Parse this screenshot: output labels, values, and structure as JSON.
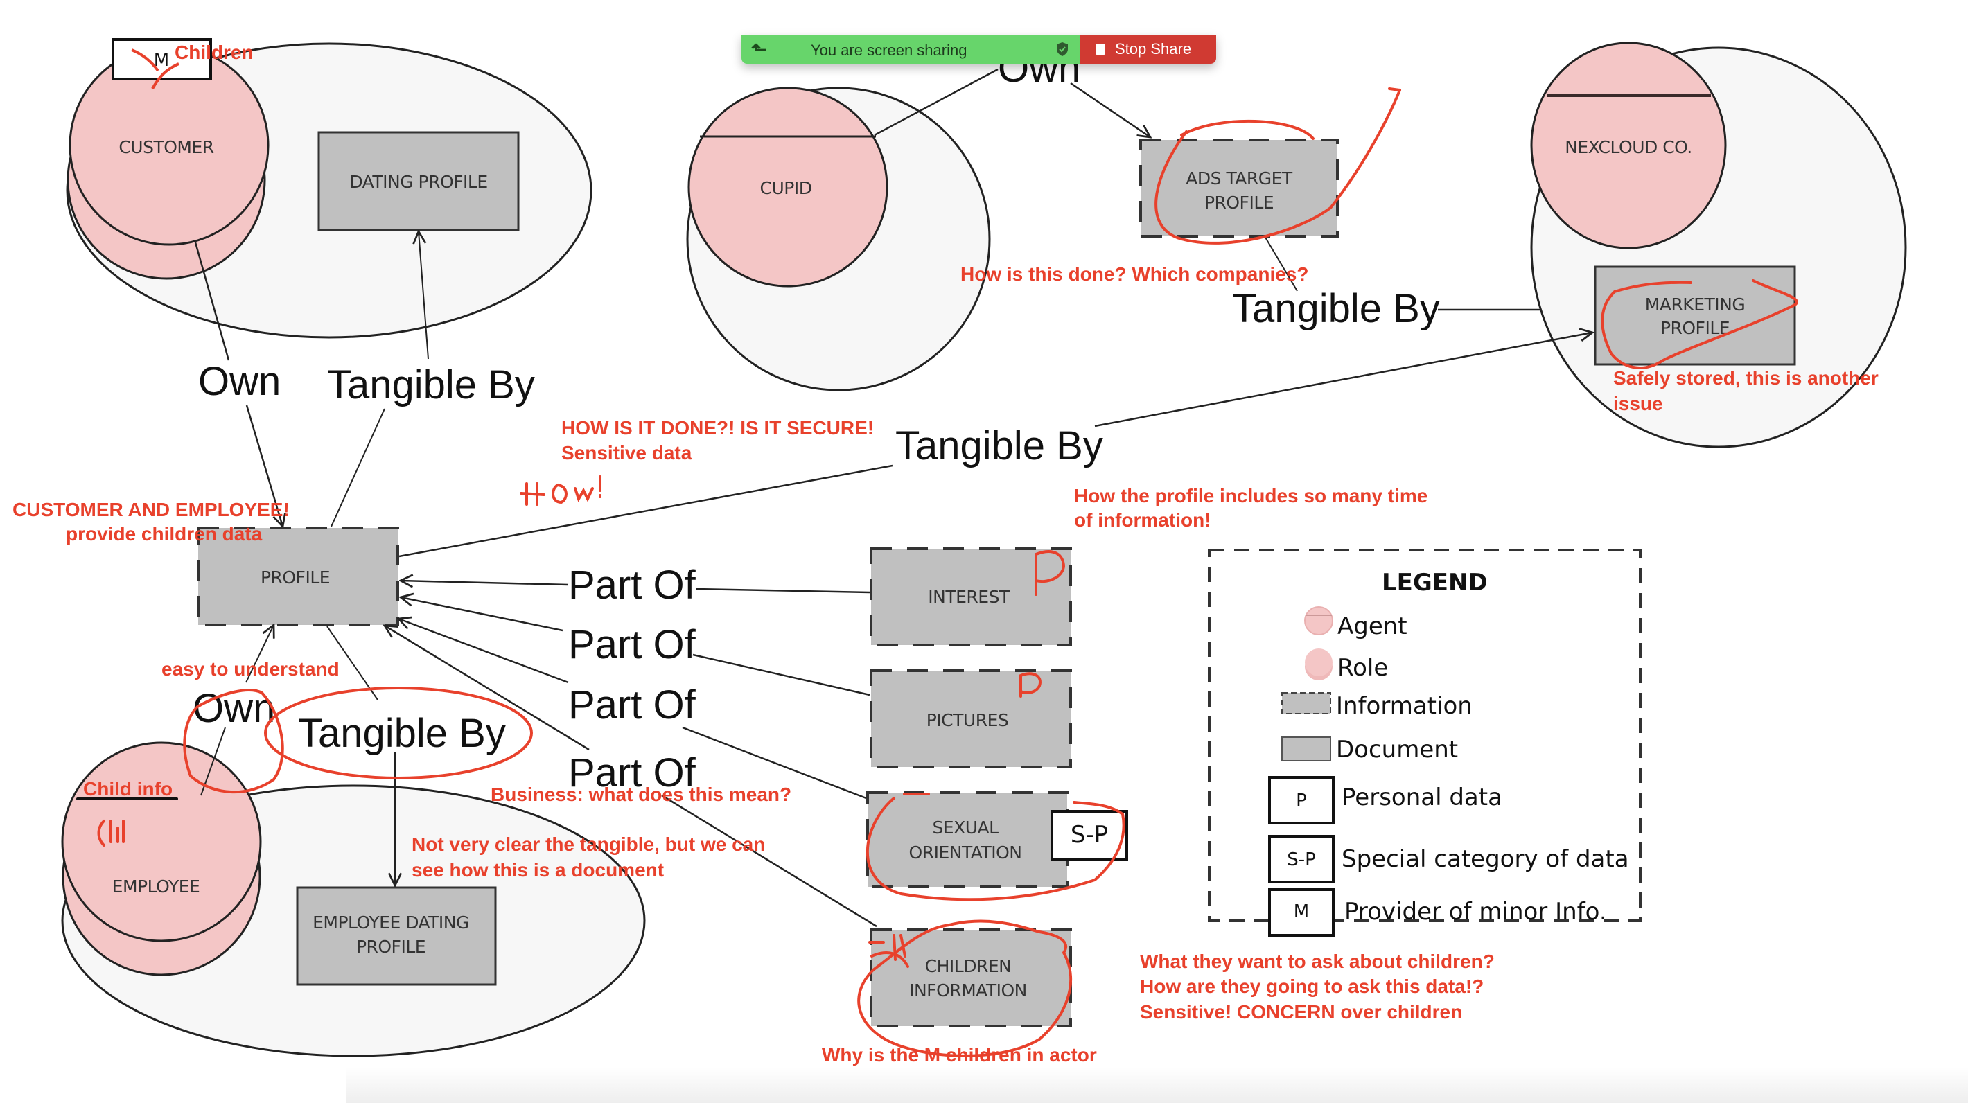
{
  "screen_share": {
    "status_text": "You are screen sharing",
    "stop_button_label": "Stop Share",
    "colors": {
      "bar": "#67d56b",
      "stop": "#d03a32"
    }
  },
  "colors": {
    "agent_fill": "#f4c6c6",
    "container_fill": "#f7f7f7",
    "info_fill": "#c0c0c0",
    "annotation": "#e8412c",
    "stroke": "#222222"
  },
  "nodes": {
    "customer": "CUSTOMER",
    "dating_profile": "DATING PROFILE",
    "cupid": "CUPID",
    "ads_target_profile": [
      "ADS TARGET",
      "PROFILE"
    ],
    "nexcloud": "NEXCLOUD CO.",
    "marketing_profile": [
      "MARKETING",
      "PROFILE"
    ],
    "profile": "PROFILE",
    "interest": "INTEREST",
    "pictures": "PICTURES",
    "sexual_orientation": [
      "SEXUAL",
      "ORIENTATION"
    ],
    "children_information": [
      "CHILDREN",
      "INFORMATION"
    ],
    "employee": "EMPLOYEE",
    "employee_dating_profile": [
      "EMPLOYEE DATING",
      "PROFILE"
    ]
  },
  "badges": {
    "customer_m": "M",
    "sexual_orientation_sp": "S-P"
  },
  "relations": {
    "customer_own": "Own",
    "dating_tangible": "Tangible By",
    "cupid_own": "Own",
    "ads_tangible": "Tangible By",
    "profile_tangible": "Tangible By",
    "part_of_1": "Part Of",
    "part_of_2": "Part Of",
    "part_of_3": "Part Of",
    "part_of_4": "Part Of",
    "employee_own": "Own",
    "employee_tangible": "Tangible By"
  },
  "legend": {
    "title": "LEGEND",
    "items": [
      {
        "symbol": "agent",
        "label": "Agent"
      },
      {
        "symbol": "role",
        "label": "Role"
      },
      {
        "symbol": "information",
        "label": "Information"
      },
      {
        "symbol": "document",
        "label": "Document"
      },
      {
        "symbol": "P",
        "label": "Personal data"
      },
      {
        "symbol": "S-P",
        "label": "Special category of data"
      },
      {
        "symbol": "M",
        "label": "Provider of minor Info."
      }
    ]
  },
  "annotations": {
    "children": "Children",
    "ads_question": "How is this done? Which companies?",
    "marketing_note": [
      "Safely stored, this is another",
      "issue"
    ],
    "how_secure": [
      "HOW IS IT DONE?! IS IT SECURE!",
      "Sensitive data"
    ],
    "how_handwritten": "HOW!",
    "customer_employee": [
      "CUSTOMER AND EMPLOYEE!",
      "provide children data"
    ],
    "profile_types": [
      "How the profile includes so many time",
      "of information!"
    ],
    "easy": "easy to understand",
    "child_info": "Child info",
    "chil_handwritten": "Chil",
    "business": "Business: what does this mean?",
    "not_clear": [
      "Not very clear the tangible, but we can",
      "see how this is a document"
    ],
    "children_questions": [
      "What they want to ask about children?",
      "How are they going to ask this data!?",
      "Sensitive! CONCERN over children"
    ],
    "why_m": "Why is the M children in actor",
    "interest_p": "P",
    "pictures_p": "P"
  }
}
